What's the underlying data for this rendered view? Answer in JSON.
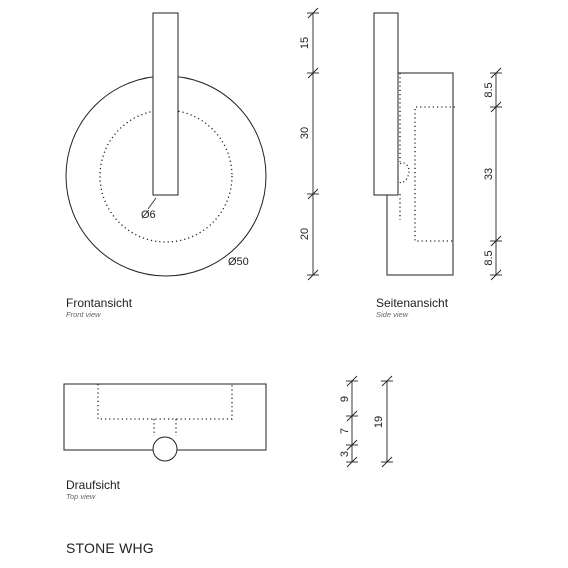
{
  "product_name": "STONE WHG",
  "views": {
    "front": {
      "title": "Frontansicht",
      "subtitle": "Front view",
      "dia_small": "Ø6",
      "dia_large": "Ø50"
    },
    "side": {
      "title": "Seitenansicht",
      "subtitle": "Side view"
    },
    "top": {
      "title": "Draufsicht",
      "subtitle": "Top view"
    }
  },
  "dimensions": {
    "front_vertical": [
      "15",
      "30",
      "20"
    ],
    "side_vertical": [
      "8.5",
      "33",
      "8.5"
    ],
    "top_left": [
      "9",
      "7",
      "3"
    ],
    "top_right": "19"
  }
}
